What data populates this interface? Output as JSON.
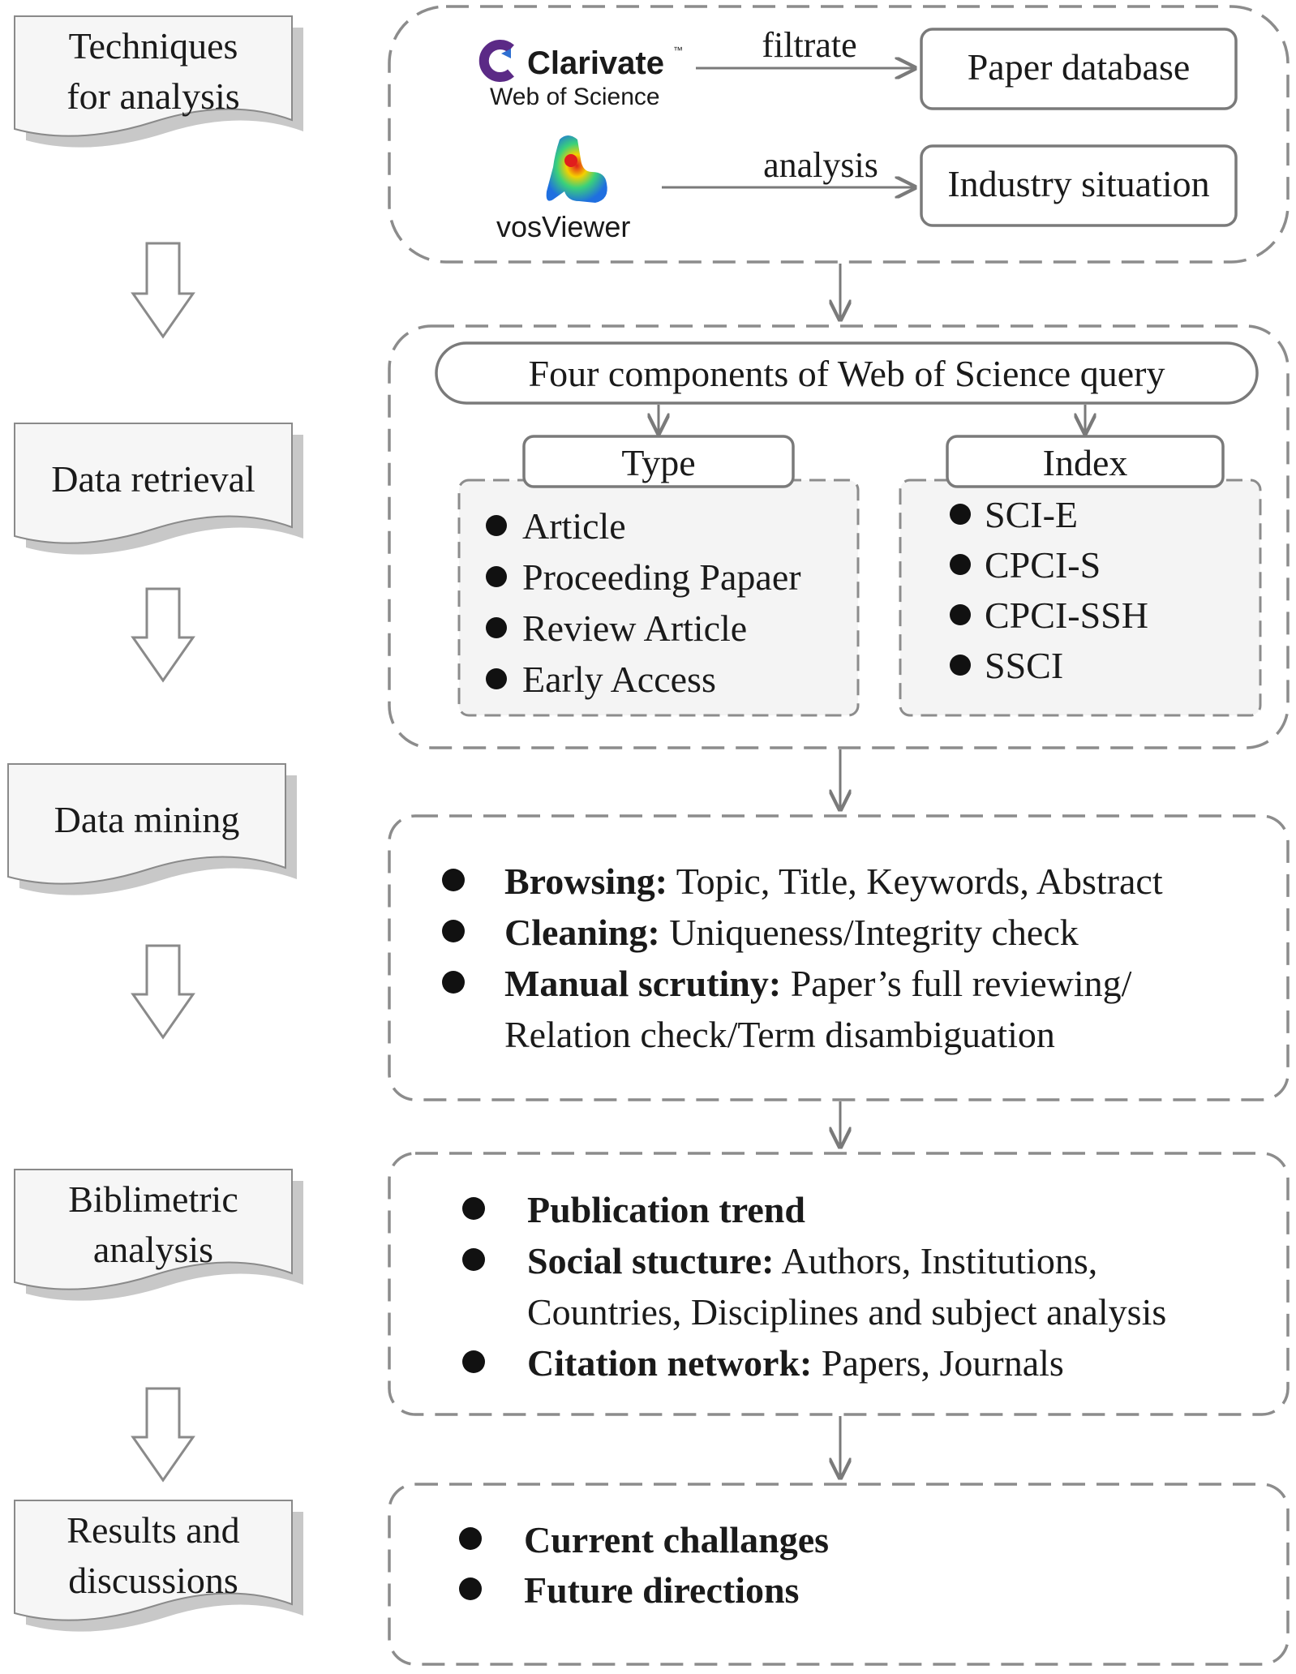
{
  "steps": [
    {
      "lines": [
        "Techniques",
        "for analysis"
      ]
    },
    {
      "lines": [
        "Data retrieval"
      ]
    },
    {
      "lines": [
        "Data mining"
      ]
    },
    {
      "lines": [
        "Biblimetric",
        "analysis"
      ]
    },
    {
      "lines": [
        "Results and",
        "discussions"
      ]
    }
  ],
  "techniques": {
    "clarivate_logo": {
      "brand": "Clarivate",
      "trademark": "™",
      "product": "Web of Science"
    },
    "vosviewer_logo": {
      "brand": "vosViewer"
    },
    "filtrate_label": "filtrate",
    "analysis_label": "analysis",
    "paper_database": "Paper database",
    "industry_situation": "Industry situation"
  },
  "retrieval": {
    "query_title": "Four components of Web of Science query",
    "type": {
      "title": "Type",
      "items": [
        "Article",
        "Proceeding Papaer",
        "Review Article",
        "Early Access"
      ]
    },
    "index": {
      "title": "Index",
      "items": [
        "SCI-E",
        "CPCI-S",
        "CPCI-SSH",
        "SSCI"
      ]
    }
  },
  "mining": {
    "items": [
      {
        "label": "Browsing:",
        "text": " Topic, Title, Keywords, Abstract"
      },
      {
        "label": "Cleaning:",
        "text": " Uniqueness/Integrity check"
      },
      {
        "label": "Manual scrutiny:",
        "text": " Paper’s  full reviewing/",
        "continuation": "Relation check/Term disambiguation"
      }
    ]
  },
  "bibliometric": {
    "items": [
      {
        "label": "Publication trend",
        "text": ""
      },
      {
        "label": "Social stucture:",
        "text": " Authors, Institutions,",
        "continuation": "Countries, Disciplines and subject analysis"
      },
      {
        "label": "Citation network:",
        "text": " Papers, Journals"
      }
    ]
  },
  "results": {
    "items": [
      {
        "label": "Current challanges"
      },
      {
        "label": "Future directions"
      }
    ]
  },
  "colors": {
    "frame_dash": "#8c8c8c",
    "box_stroke": "#7a7a7a",
    "step_fill": "#f6f6f6",
    "step_shadow": "#c8c8c8",
    "text": "#1a1a1a",
    "clarivate_purple": "#5b2a86",
    "clarivate_blue": "#2f6fd1",
    "vos_gray": "#4a4a4a"
  }
}
